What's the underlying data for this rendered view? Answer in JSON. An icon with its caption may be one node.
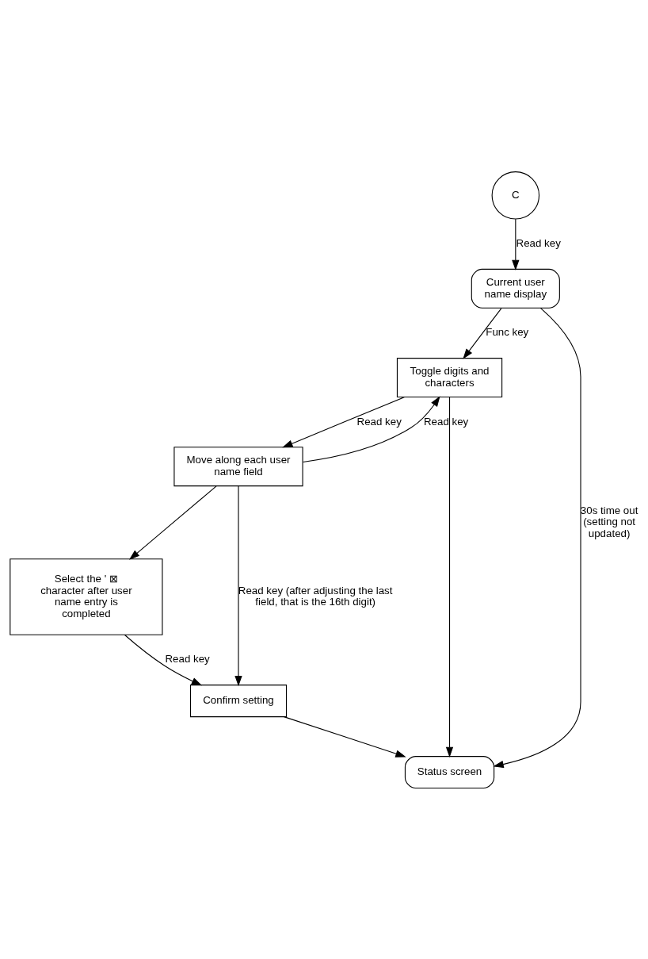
{
  "diagram": {
    "nodes": [
      {
        "text": [
          "C"
        ]
      },
      {
        "text": [
          "Current user name display"
        ]
      },
      {
        "text": [
          "Toggle digits and characters"
        ]
      },
      {
        "text": [
          "Move along each user name field"
        ]
      },
      {
        "text": [
          "Select the ' ⊠ character after user name entry is completed"
        ]
      },
      {
        "text": [
          "Confirm setting"
        ]
      },
      {
        "text": [
          "Status screen"
        ]
      }
    ],
    "edges": [
      {
        "from": 0,
        "to": 1,
        "arrow": "to",
        "label": "Read key"
      },
      {
        "from": 1,
        "to": 2,
        "arrow": "to",
        "label": "Func key"
      },
      {
        "from": 2,
        "to": 3,
        "arrow": "to",
        "label": "Read key"
      },
      {
        "from": 3,
        "to": 2,
        "arrow": "to",
        "label": "Read key"
      },
      {
        "from": 3,
        "to": 4,
        "arrow": "to"
      },
      {
        "from": 3,
        "to": 5,
        "arrow": "to",
        "label": "Read key (after adjusting the last field, that is the 16th digit)"
      },
      {
        "from": 4,
        "to": 5,
        "arrow": "to",
        "label": "Read key"
      },
      {
        "from": 5,
        "to": 6,
        "arrow": "to"
      },
      {
        "from": 1,
        "to": 6,
        "arrow": "to",
        "label": "30s time out (setting not updated)"
      },
      {
        "from": 2,
        "to": 6,
        "arrow": "to"
      }
    ]
  }
}
